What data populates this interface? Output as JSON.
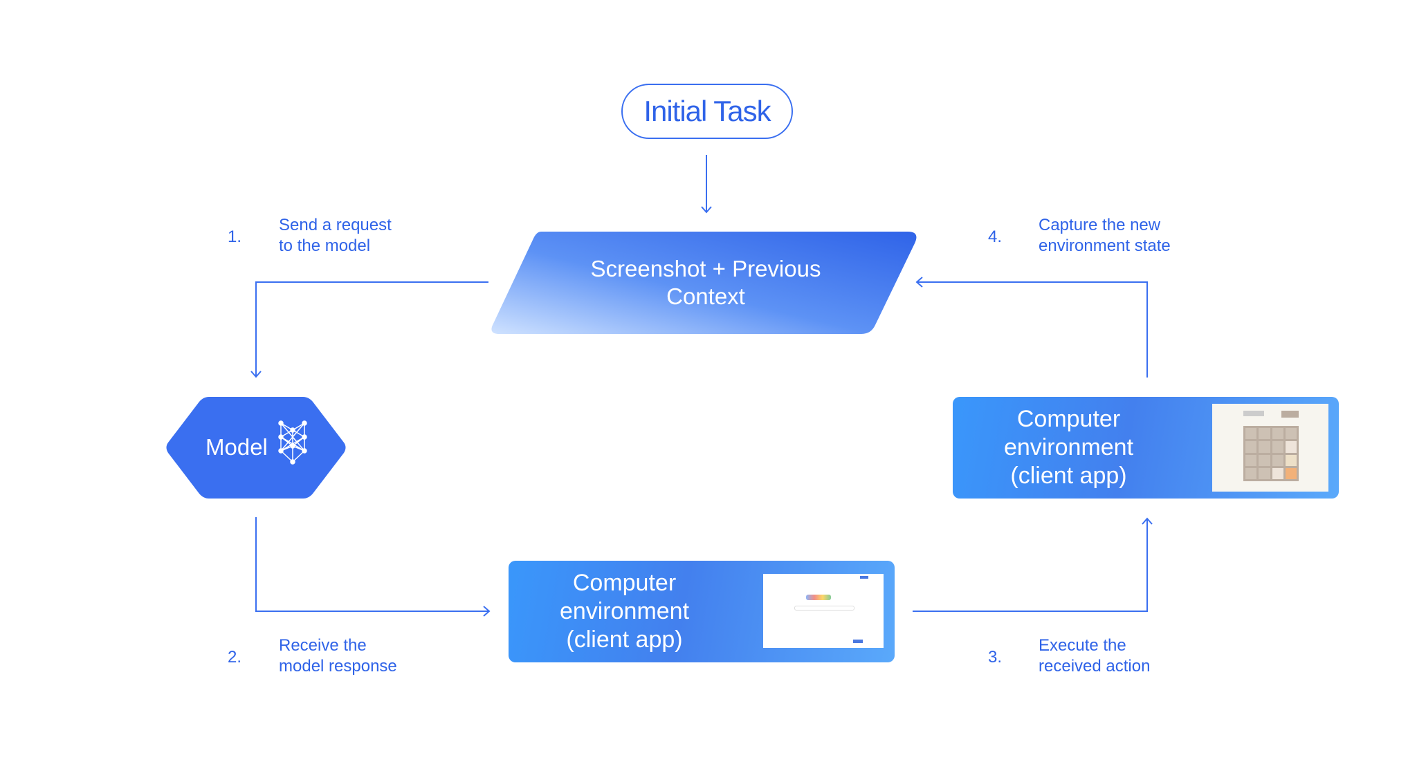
{
  "initial_task": {
    "label": "Initial Task"
  },
  "context_node": {
    "line1": "Screenshot + Previous",
    "line2": "Context"
  },
  "model_node": {
    "label": "Model",
    "icon": "neural-network-icon"
  },
  "env_top": {
    "line1": "Computer environment",
    "line2": "(client app)",
    "thumbnail": "2048-game-screenshot"
  },
  "env_bottom": {
    "line1": "Computer environment",
    "line2": "(client app)",
    "thumbnail": "google-search-screenshot"
  },
  "steps": [
    {
      "number": "1.",
      "line1": "Send a request",
      "line2": "to the model"
    },
    {
      "number": "2.",
      "line1": "Receive the",
      "line2": "model response"
    },
    {
      "number": "3.",
      "line1": "Execute the",
      "line2": "received action"
    },
    {
      "number": "4.",
      "line1": "Capture the new",
      "line2": "environment state"
    }
  ],
  "colors": {
    "accent": "#2f63e8",
    "line": "#3a6ff0",
    "box_start": "#3a97fb",
    "box_mid": "#4380ee"
  }
}
